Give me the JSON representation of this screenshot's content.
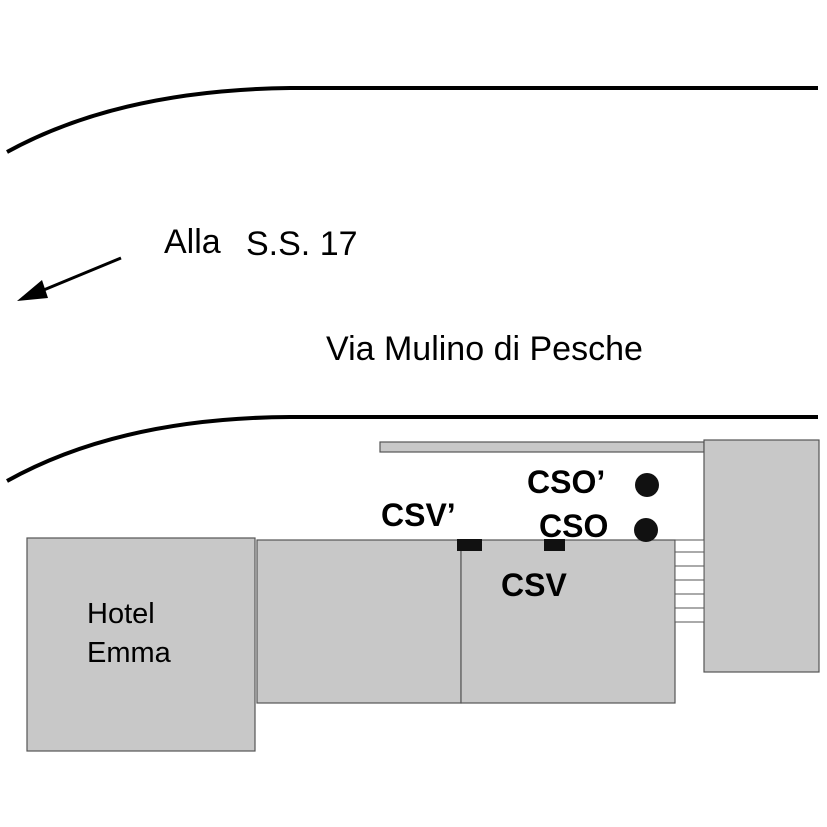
{
  "road": {
    "name": "Via Mulino di Pesche",
    "direction_text": "Alla",
    "direction_target": "S.S. 17"
  },
  "building_labels": {
    "hotel_line1": "Hotel",
    "hotel_line2": "Emma"
  },
  "points": {
    "cso_prime": "CSO’",
    "cso": "CSO",
    "csv_prime": "CSV’",
    "csv": "CSV"
  },
  "colors": {
    "building_fill": "#c8c8c8",
    "building_stroke": "#555555",
    "marker": "#111111",
    "road_line": "#000000"
  }
}
